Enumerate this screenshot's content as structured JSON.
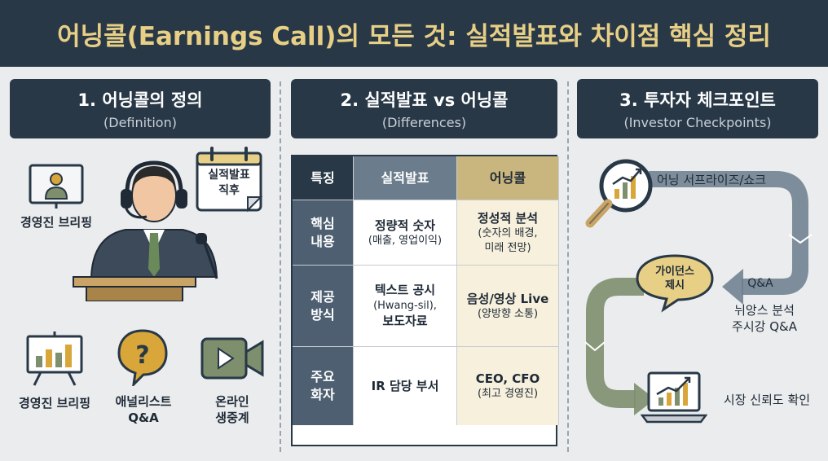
{
  "title": "어닝콜(Earnings Call)의 모든 것: 실적발표와 차이점 핵심 정리",
  "columns": [
    {
      "title": "1. 어닝콜의 정의",
      "subtitle": "(Definition)"
    },
    {
      "title": "2. 실적발표 vs 어닝콜",
      "subtitle": "(Differences)"
    },
    {
      "title": "3. 투자자 체크포인트",
      "subtitle": "(Investor Checkpoints)"
    }
  ],
  "definition": {
    "briefing_top": "경영진 브리핑",
    "calendar_note": [
      "실적발표",
      "직후"
    ],
    "briefing_bottom": "경영진 브리핑",
    "analyst_qa": [
      "애널리스트",
      "Q&A"
    ],
    "online_stream": [
      "온라인",
      "생중계"
    ]
  },
  "table": {
    "headers": [
      "특징",
      "실적발표",
      "어닝콜"
    ],
    "rows": [
      {
        "feature": [
          "핵심",
          "내용"
        ],
        "earnings_release": {
          "main": "정량적 숫자",
          "sub": "(매출, 영업이익)"
        },
        "earnings_call": {
          "main": "정성적 분석",
          "sub": [
            "(숫자의 배경,",
            "미래 전망)"
          ]
        }
      },
      {
        "feature": [
          "제공",
          "방식"
        ],
        "earnings_release": {
          "main": "텍스트 공시",
          "sub": [
            "(Hwang-sil),"
          ],
          "tail": "보도자료"
        },
        "earnings_call": {
          "main": "음성/영상 Live",
          "sub": [
            "(양방향 소통)"
          ]
        }
      },
      {
        "feature": [
          "주요",
          "화자"
        ],
        "earnings_release": {
          "main": "IR 담당 부서"
        },
        "earnings_call": {
          "main": "CEO, CFO",
          "sub": [
            "(최고 경영진)"
          ]
        }
      }
    ]
  },
  "checkpoints": {
    "surprise": "어닝 서프라이즈/쇼크",
    "qa_arrow": "Q&A",
    "guidance": [
      "가이던스",
      "제시"
    ],
    "analysis": [
      "뉘앙스 분석",
      "주시강 Q&A"
    ],
    "trust": "시장 신뢰도 확인"
  },
  "colors": {
    "navy": "#283847",
    "gold": "#e8cf86",
    "green_arrow": "#7e8f6e",
    "gray_arrow": "#6b7c8c"
  }
}
